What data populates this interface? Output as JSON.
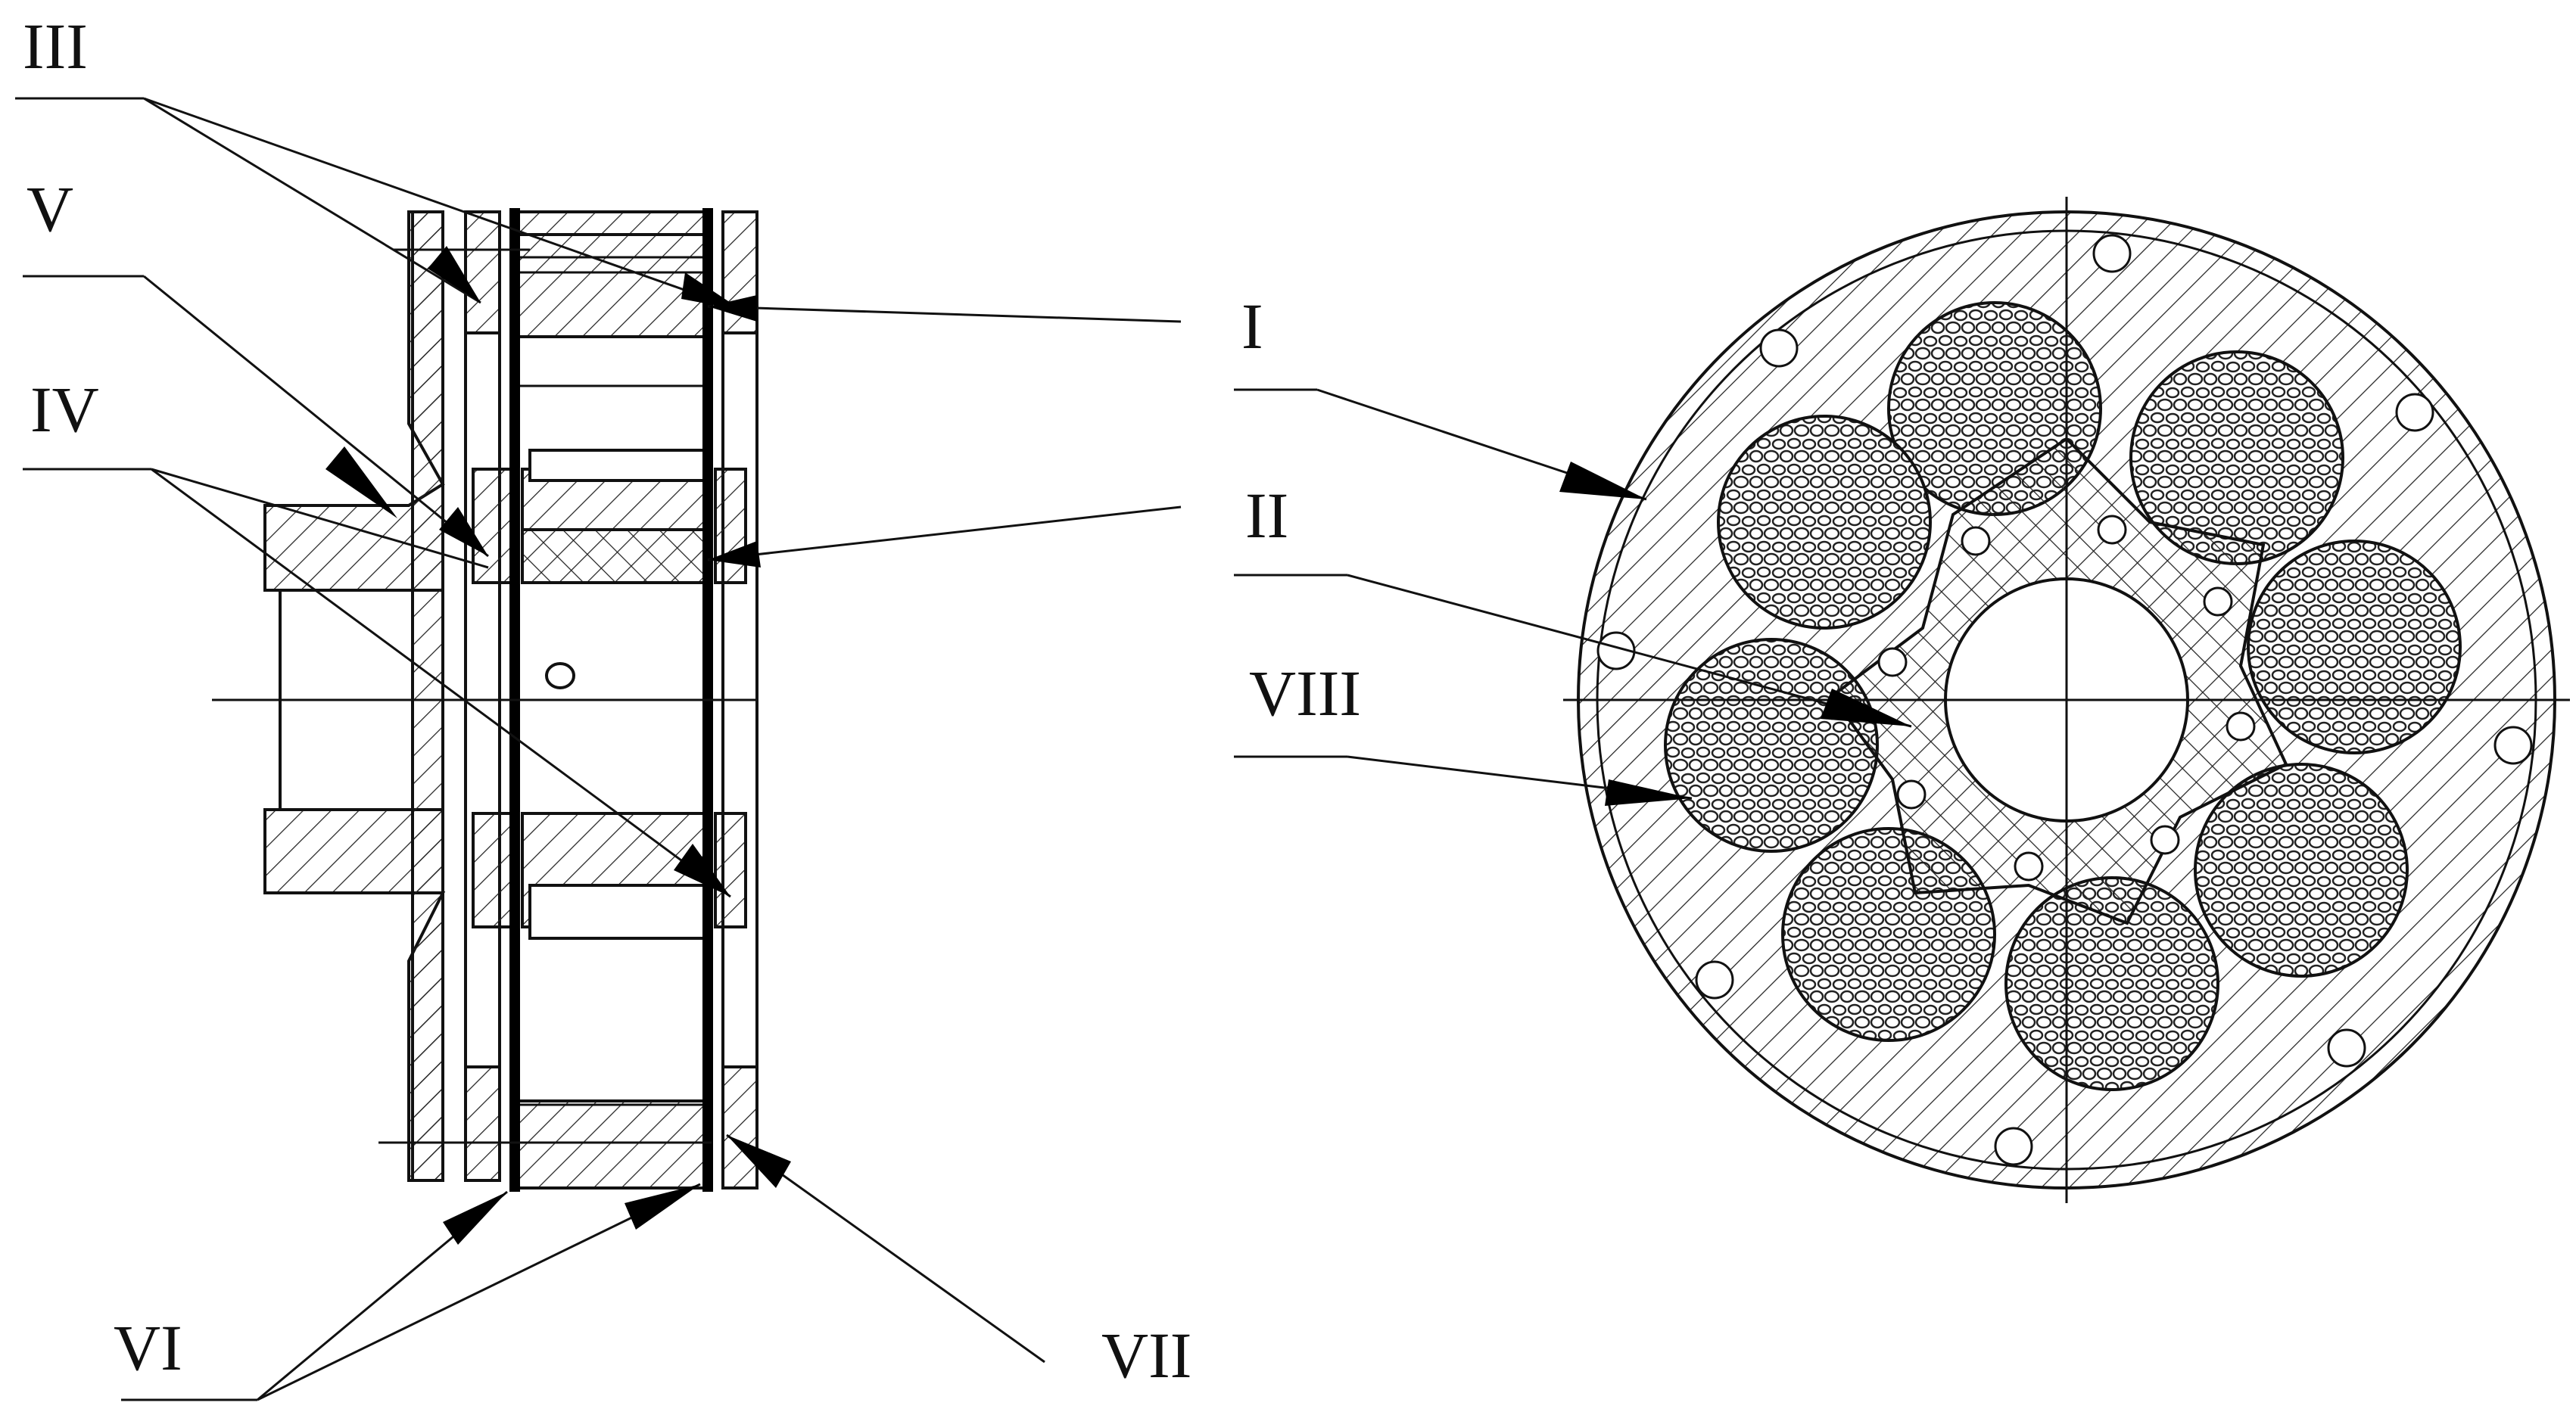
{
  "labels": {
    "I": "I",
    "II": "II",
    "III": "III",
    "IV": "IV",
    "V": "V",
    "VI": "VI",
    "VII": "VII",
    "VIII": "VIII"
  },
  "colors": {
    "line": "#111111",
    "background": "#ffffff"
  }
}
